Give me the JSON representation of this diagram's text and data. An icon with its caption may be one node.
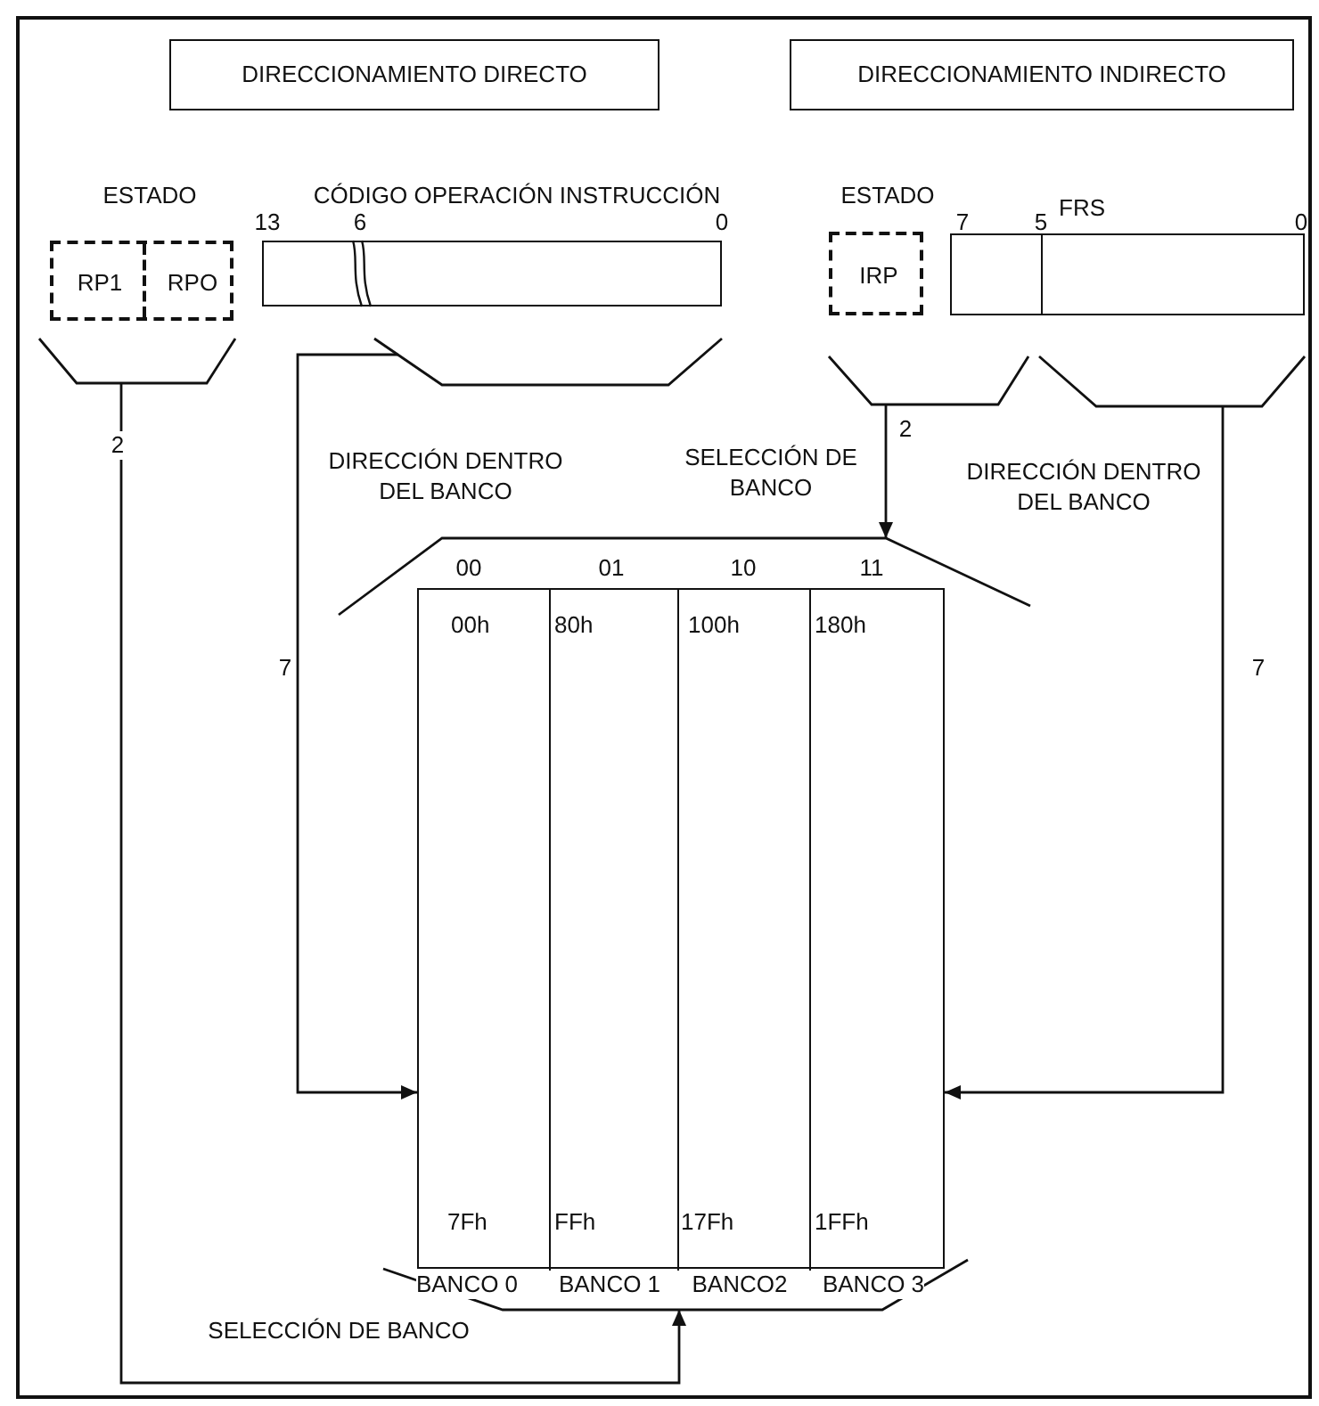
{
  "diagram": {
    "nodes": [
      {
        "text": [
          "DIRECCIONAMIENTO DIRECTO"
        ]
      },
      {
        "text": [
          "DIRECCIONAMIENTO INDIRECTO"
        ]
      },
      {
        "text": [
          "RP1",
          "RPO"
        ],
        "beside": [
          "ESTADO"
        ]
      },
      {
        "text": [],
        "shape": "box",
        "beside": [
          "CÓDIGO OPERACIÓN INSTRUCCIÓN",
          "13",
          "6",
          "0"
        ]
      },
      {
        "text": [
          "IRP"
        ],
        "beside": [
          "ESTADO"
        ]
      },
      {
        "text": [],
        "shape": "box",
        "beside": [
          "FRS",
          "7",
          "5",
          "0"
        ]
      },
      {
        "text": [],
        "shape": "trapezoid"
      },
      {
        "text": [],
        "shape": "trapezoid"
      },
      {
        "text": [],
        "shape": "trapezoid"
      },
      {
        "text": [],
        "shape": "trapezoid"
      },
      {
        "text": [],
        "shape": "trapezoid"
      },
      {
        "text": [],
        "shape": "box"
      },
      {
        "text": [
          "00h",
          "7Fh"
        ],
        "in": 11
      },
      {
        "text": [
          "80h",
          "FFh"
        ],
        "in": 11
      },
      {
        "text": [
          "100h",
          "17Fh"
        ],
        "in": 11
      },
      {
        "text": [
          "180h",
          "1FFh"
        ],
        "in": 11
      },
      {
        "text": [],
        "shape": "trapezoid"
      }
    ],
    "edges": [
      {
        "from": 6,
        "to": 16,
        "arrow": "to",
        "label": "2"
      },
      {
        "from": 7,
        "to": 11,
        "arrow": "to",
        "label": "7"
      },
      {
        "from": 8,
        "to": 10,
        "arrow": "to",
        "label": "2"
      },
      {
        "from": 9,
        "to": 11,
        "arrow": "to",
        "label": "7"
      }
    ],
    "labels": [
      "DIRECCIÓN DENTRO DEL BANCO",
      "SELECCIÓN DE BANCO",
      "DIRECCIÓN DENTRO DEL BANCO",
      "00",
      "01",
      "10",
      "11",
      "BANCO 0",
      "BANCO 1",
      "BANCO2",
      "BANCO 3",
      "SELECCIÓN DE BANCO"
    ]
  }
}
